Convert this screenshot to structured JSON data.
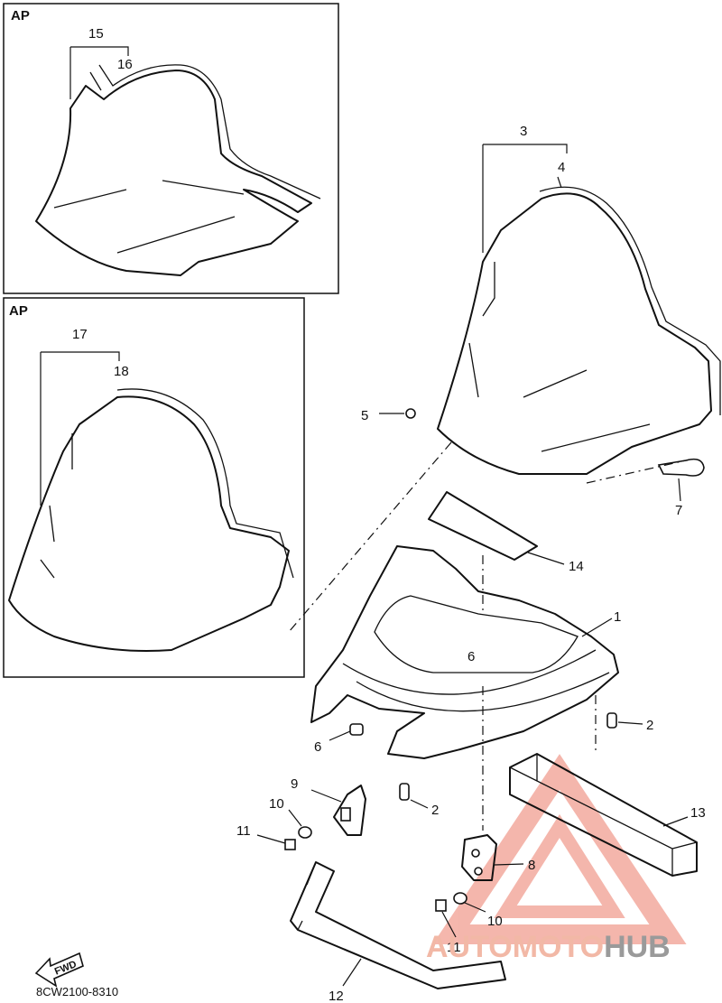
{
  "inset_labels": [
    "AP",
    "AP"
  ],
  "callouts": {
    "p1": "1",
    "p2a": "2",
    "p2b": "2",
    "p3": "3",
    "p4": "4",
    "p5": "5",
    "p6": "6",
    "p7": "7",
    "p8": "8",
    "p9": "9",
    "p10a": "10",
    "p10b": "10",
    "p11a": "11",
    "p11b": "11",
    "p12": "12",
    "p13": "13",
    "p14": "14",
    "p15": "15",
    "p16": "16",
    "p17": "17",
    "p18": "18"
  },
  "diagram_code": "8CW2100-8310",
  "fwd_label": "FWD",
  "watermark": {
    "part1": "AUTOMOTO",
    "part2": "HUB",
    "accent": "#e8604a",
    "grey": "#8a8a8a"
  }
}
